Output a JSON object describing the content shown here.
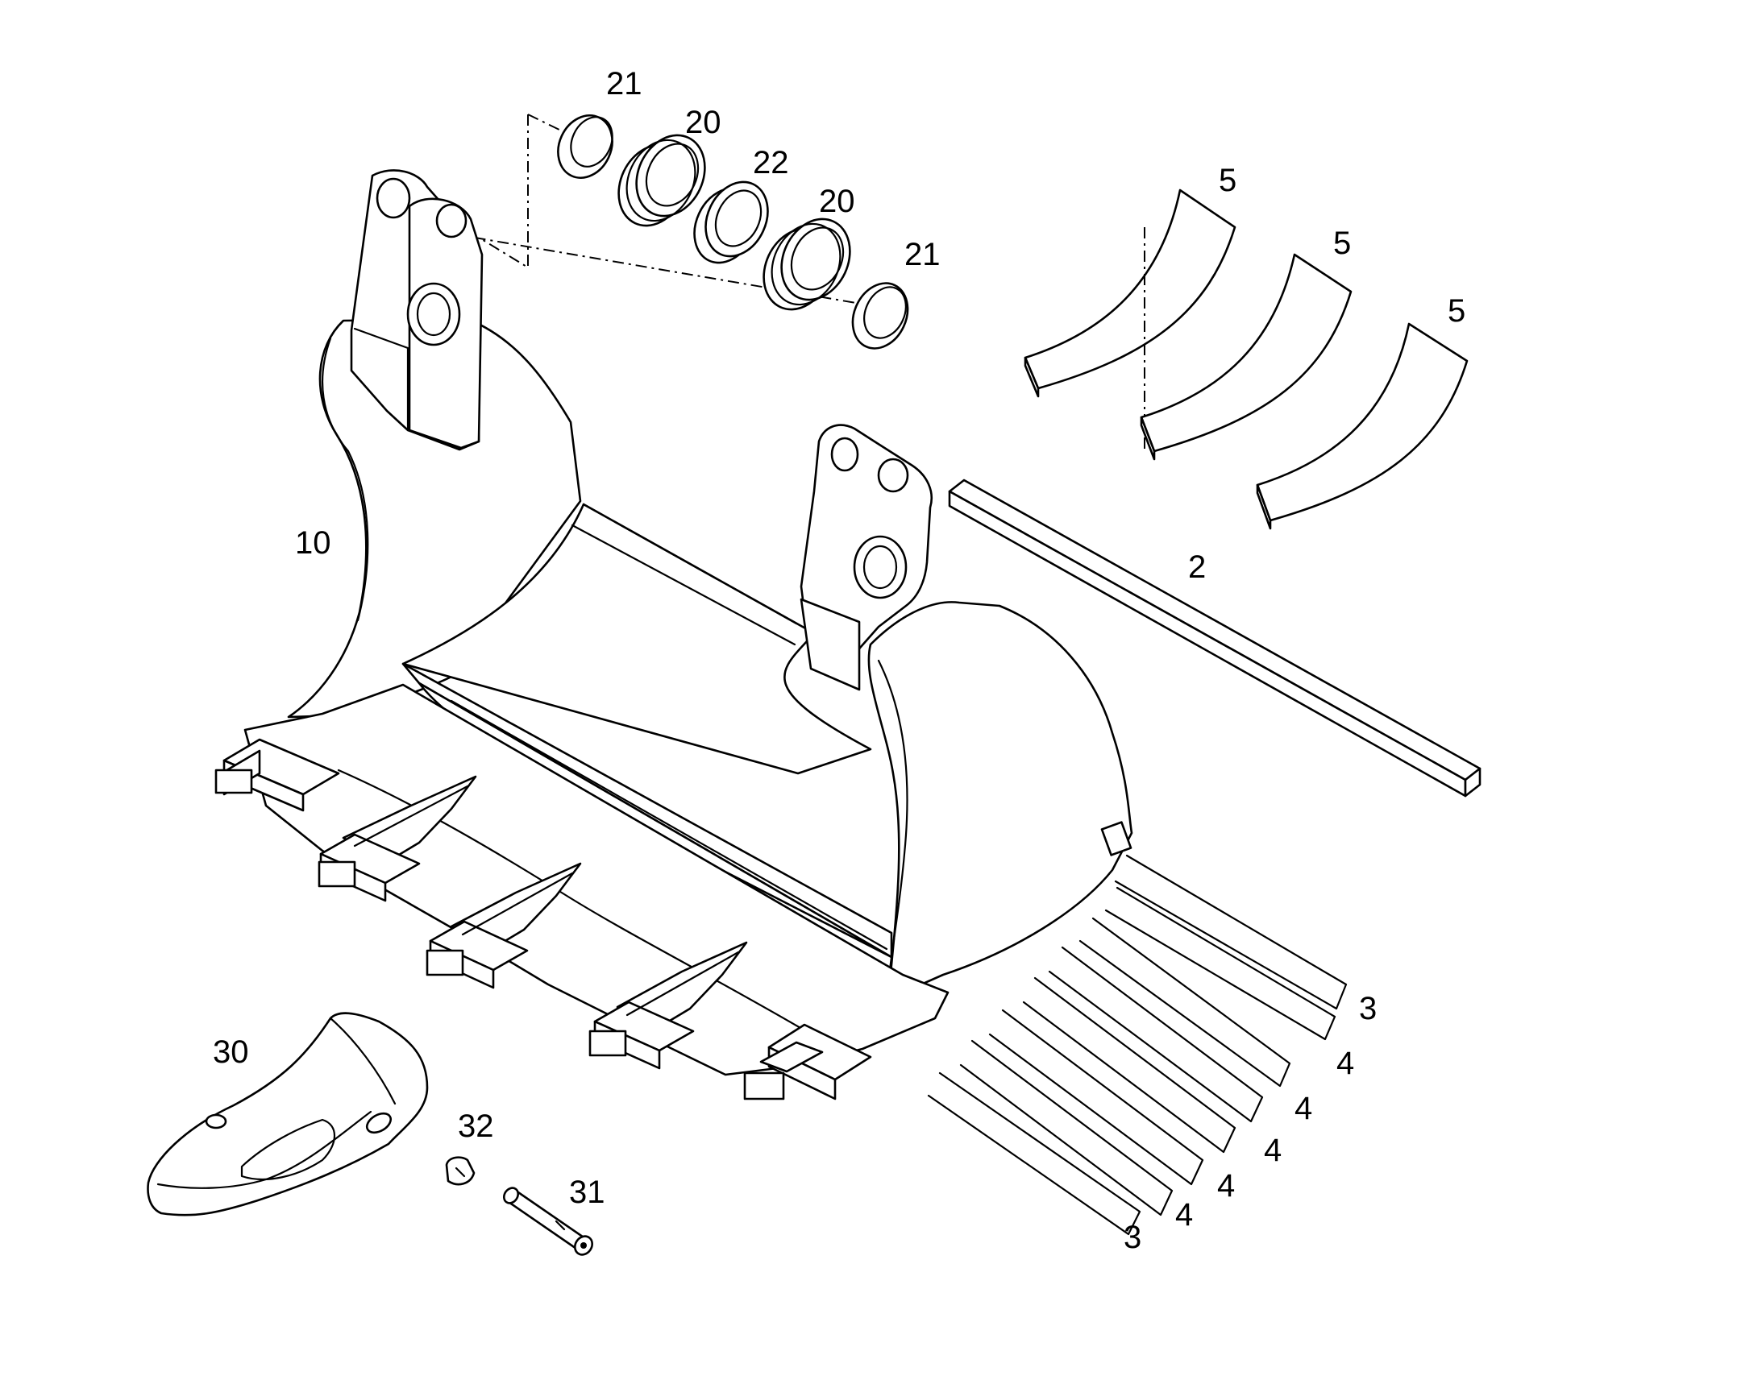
{
  "diagram": {
    "type": "exploded-parts-drawing",
    "colors": {
      "line": "#000000",
      "background": "#ffffff"
    },
    "callouts": [
      {
        "id": "c-21-top",
        "label": "21"
      },
      {
        "id": "c-20-top",
        "label": "20"
      },
      {
        "id": "c-22",
        "label": "22"
      },
      {
        "id": "c-20-bottom",
        "label": "20"
      },
      {
        "id": "c-21-bottom",
        "label": "21"
      },
      {
        "id": "c-5-a",
        "label": "5"
      },
      {
        "id": "c-5-b",
        "label": "5"
      },
      {
        "id": "c-5-c",
        "label": "5"
      },
      {
        "id": "c-10",
        "label": "10"
      },
      {
        "id": "c-2",
        "label": "2"
      },
      {
        "id": "c-3-top",
        "label": "3"
      },
      {
        "id": "c-4-a",
        "label": "4"
      },
      {
        "id": "c-4-b",
        "label": "4"
      },
      {
        "id": "c-4-c",
        "label": "4"
      },
      {
        "id": "c-4-d",
        "label": "4"
      },
      {
        "id": "c-4-e",
        "label": "4"
      },
      {
        "id": "c-3-bottom",
        "label": "3"
      },
      {
        "id": "c-30",
        "label": "30"
      },
      {
        "id": "c-32",
        "label": "32"
      },
      {
        "id": "c-31",
        "label": "31"
      }
    ]
  }
}
